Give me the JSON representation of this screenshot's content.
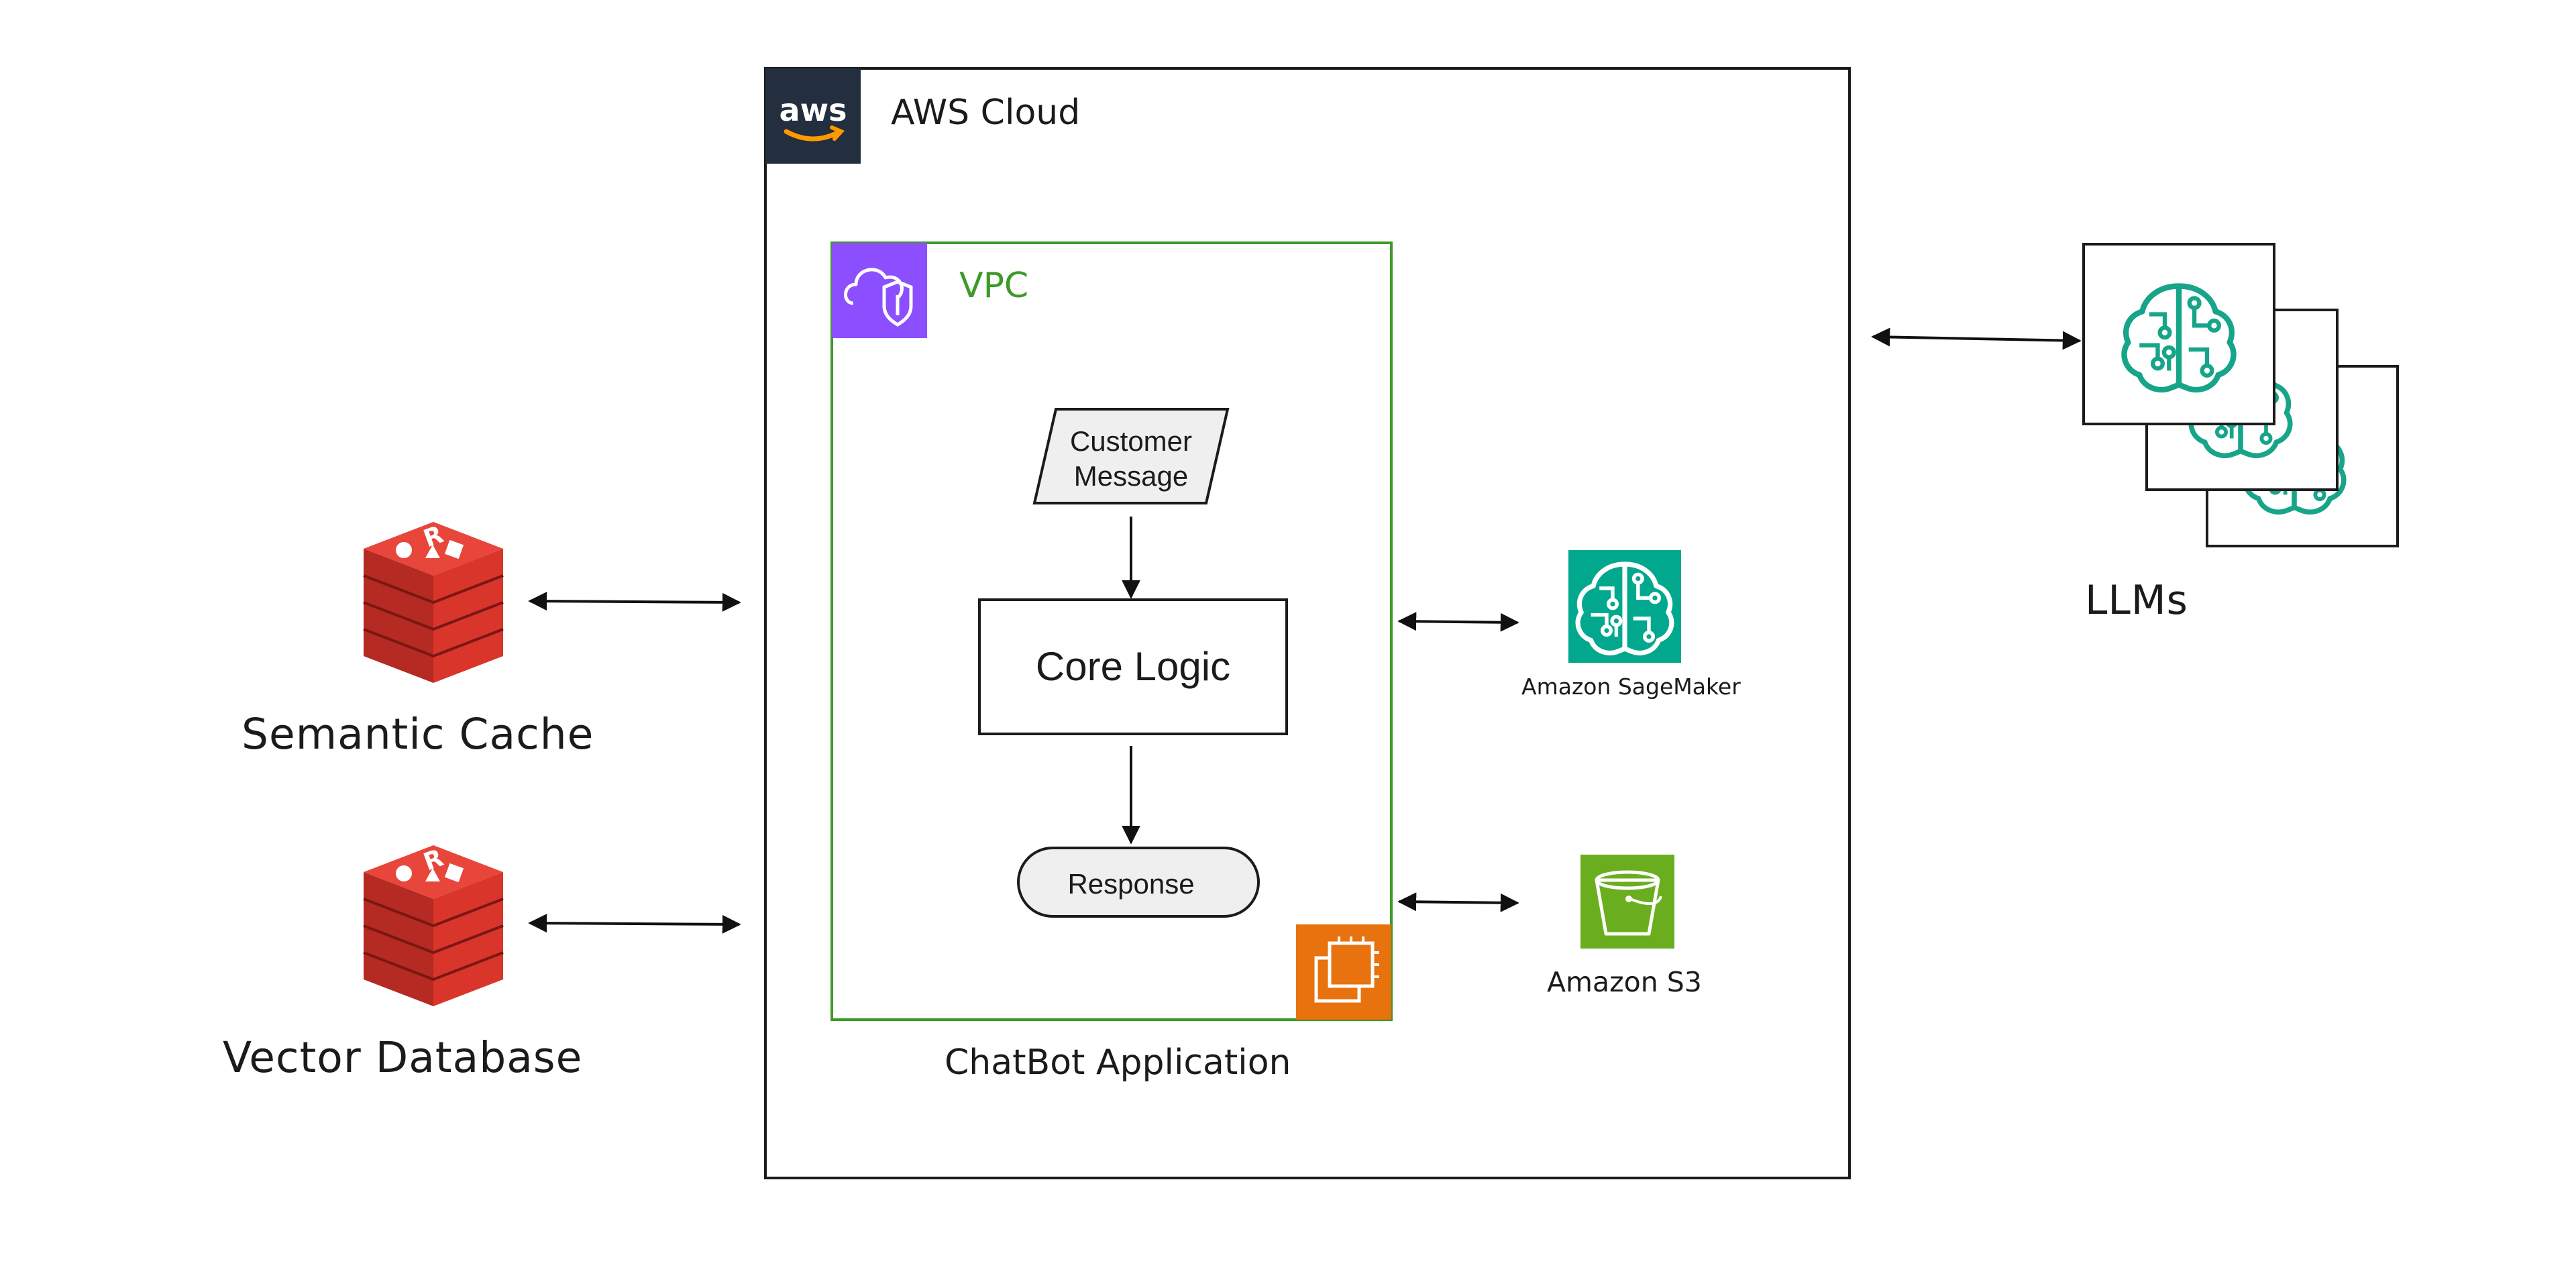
{
  "aws": {
    "title": "AWS Cloud",
    "badge": "aws",
    "color": "#232f3e"
  },
  "vpc": {
    "title": "VPC",
    "color": "#3d9a27",
    "icon_color": "#8c4fff"
  },
  "chatbot": {
    "title": "ChatBot Application",
    "ec2_color": "#e7720e"
  },
  "flow": {
    "customer_message": [
      "Customer",
      "Message"
    ],
    "core_logic": "Core Logic",
    "response": "Response"
  },
  "left_stores": [
    {
      "name": "Semantic Cache",
      "icon": "redis-icon"
    },
    {
      "name": "Vector Database",
      "icon": "redis-icon"
    }
  ],
  "services": {
    "sagemaker": {
      "name": "Amazon SageMaker",
      "icon": "sagemaker-brain-icon",
      "color": "#01a88d"
    },
    "s3": {
      "name": "Amazon S3",
      "icon": "s3-bucket-icon",
      "color": "#6aae1f"
    }
  },
  "llms": {
    "name": "LLMs",
    "icon": "brain-circuit-icon",
    "color": "#17a589"
  },
  "redis_color": "#d9352b"
}
